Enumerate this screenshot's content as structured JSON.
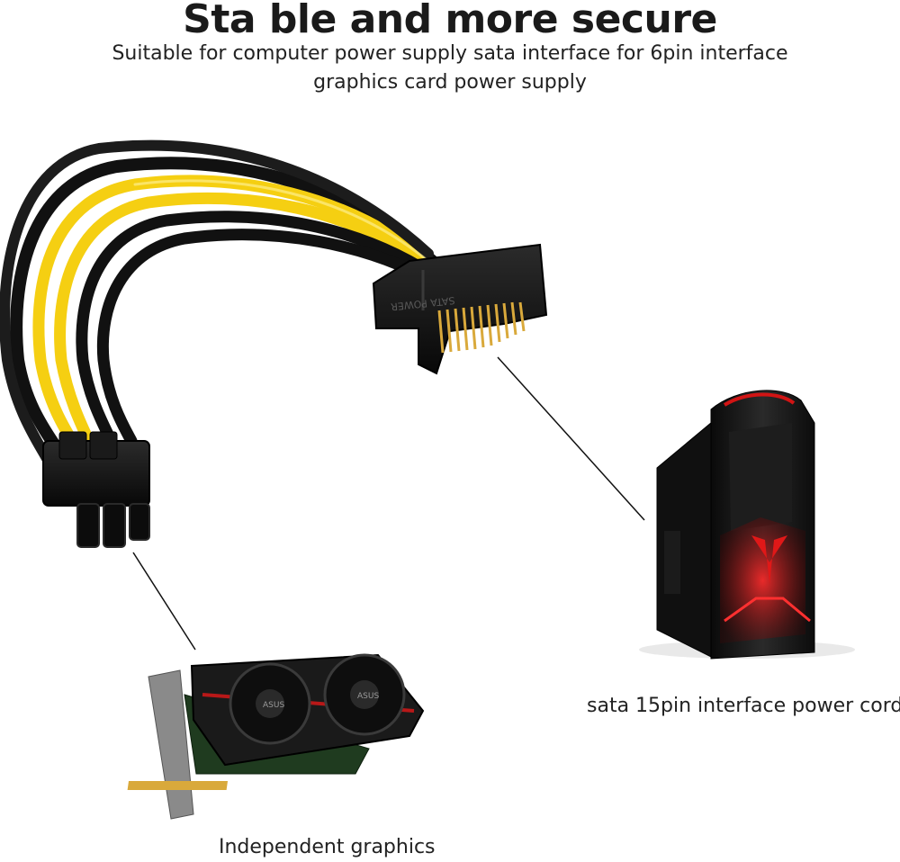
{
  "heading": "Sta ble and more secure",
  "subheading": "Suitable for computer power supply sata interface for 6pin interface graphics card power supply",
  "captions": {
    "pc_case": "sata 15pin interface power cord",
    "graphics_card": "Independent graphics"
  },
  "connector_label": "SATA POWER",
  "gpu_brand": "ASUS",
  "colors": {
    "wire_black": "#111111",
    "wire_yellow": "#f5cf12",
    "connector": "#141414",
    "gold_pins": "#d9a93b",
    "case_red": "#d11414",
    "pcb_green": "#1f3b1f"
  }
}
